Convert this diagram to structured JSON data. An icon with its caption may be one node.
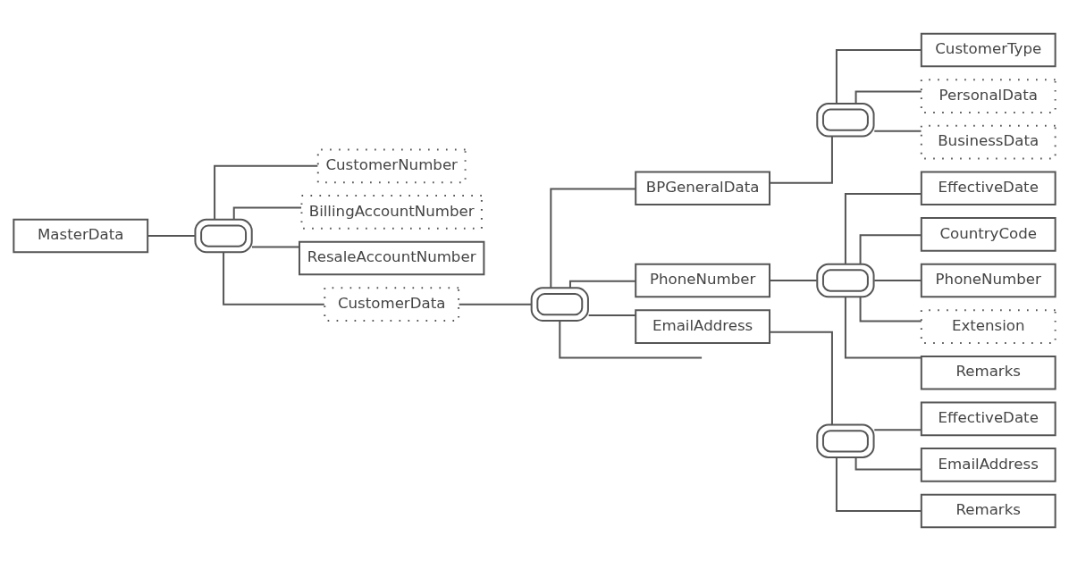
{
  "diagram": {
    "nodes": [
      {
        "text": [
          "MasterData"
        ]
      },
      {
        "text": [],
        "shape": "box"
      },
      {
        "text": [
          "CustomerNumber"
        ]
      },
      {
        "text": [
          "BillingAccountNumber"
        ]
      },
      {
        "text": [
          "ResaleAccountNumber"
        ]
      },
      {
        "text": [
          "CustomerData"
        ]
      },
      {
        "text": [],
        "shape": "box"
      },
      {
        "text": [
          "BPGeneralData"
        ]
      },
      {
        "text": [
          "PhoneNumber"
        ]
      },
      {
        "text": [
          "EmailAddress"
        ]
      },
      {
        "text": [],
        "shape": "box"
      },
      {
        "text": [
          "CustomerType"
        ]
      },
      {
        "text": [
          "PersonalData"
        ]
      },
      {
        "text": [
          "BusinessData"
        ]
      },
      {
        "text": [],
        "shape": "box"
      },
      {
        "text": [
          "EffectiveDate"
        ]
      },
      {
        "text": [
          "CountryCode"
        ]
      },
      {
        "text": [
          "PhoneNumber"
        ]
      },
      {
        "text": [
          "Extension"
        ]
      },
      {
        "text": [
          "Remarks"
        ]
      },
      {
        "text": [],
        "shape": "box"
      },
      {
        "text": [
          "EffectiveDate"
        ]
      },
      {
        "text": [
          "EmailAddress"
        ]
      },
      {
        "text": [
          "Remarks"
        ]
      }
    ],
    "edges": [
      {
        "from": 0,
        "to": 1,
        "arrow": "none"
      },
      {
        "from": 1,
        "to": 2,
        "arrow": "none"
      },
      {
        "from": 1,
        "to": 3,
        "arrow": "none"
      },
      {
        "from": 1,
        "to": 4,
        "arrow": "none"
      },
      {
        "from": 1,
        "to": 5,
        "arrow": "none"
      },
      {
        "from": 5,
        "to": 6,
        "arrow": "none"
      },
      {
        "from": 6,
        "to": 7,
        "arrow": "none"
      },
      {
        "from": 6,
        "to": 8,
        "arrow": "none"
      },
      {
        "from": 6,
        "to": 9,
        "arrow": "none"
      },
      {
        "from": 6,
        "to": null,
        "arrow": "none"
      },
      {
        "from": 7,
        "to": 10,
        "arrow": "none"
      },
      {
        "from": 10,
        "to": 11,
        "arrow": "none"
      },
      {
        "from": 10,
        "to": 12,
        "arrow": "none"
      },
      {
        "from": 10,
        "to": 13,
        "arrow": "none"
      },
      {
        "from": 8,
        "to": 14,
        "arrow": "none"
      },
      {
        "from": 14,
        "to": 15,
        "arrow": "none"
      },
      {
        "from": 14,
        "to": 16,
        "arrow": "none"
      },
      {
        "from": 14,
        "to": 17,
        "arrow": "none"
      },
      {
        "from": 14,
        "to": 18,
        "arrow": "none"
      },
      {
        "from": 14,
        "to": 19,
        "arrow": "none"
      },
      {
        "from": 9,
        "to": 20,
        "arrow": "none"
      },
      {
        "from": 20,
        "to": 21,
        "arrow": "none"
      },
      {
        "from": 20,
        "to": 22,
        "arrow": "none"
      },
      {
        "from": 20,
        "to": 23,
        "arrow": "none"
      }
    ]
  }
}
